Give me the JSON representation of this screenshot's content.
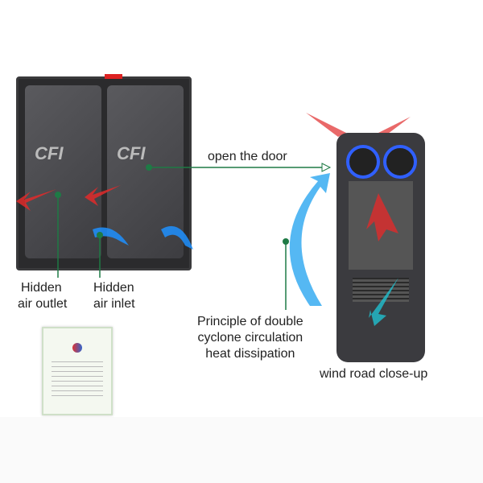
{
  "labels": {
    "open_door": "open the door",
    "hidden_outlet_1": "Hidden",
    "hidden_outlet_2": "air outlet",
    "hidden_inlet_1": "Hidden",
    "hidden_inlet_2": "air inlet",
    "principle_1": "Principle of double",
    "principle_2": "cyclone circulation",
    "principle_3": "heat dissipation",
    "wind_road": "wind road close-up"
  },
  "colors": {
    "arrow_line": "#1e7a45",
    "hot": "#e02a2a",
    "cold": "#1e90ff"
  }
}
